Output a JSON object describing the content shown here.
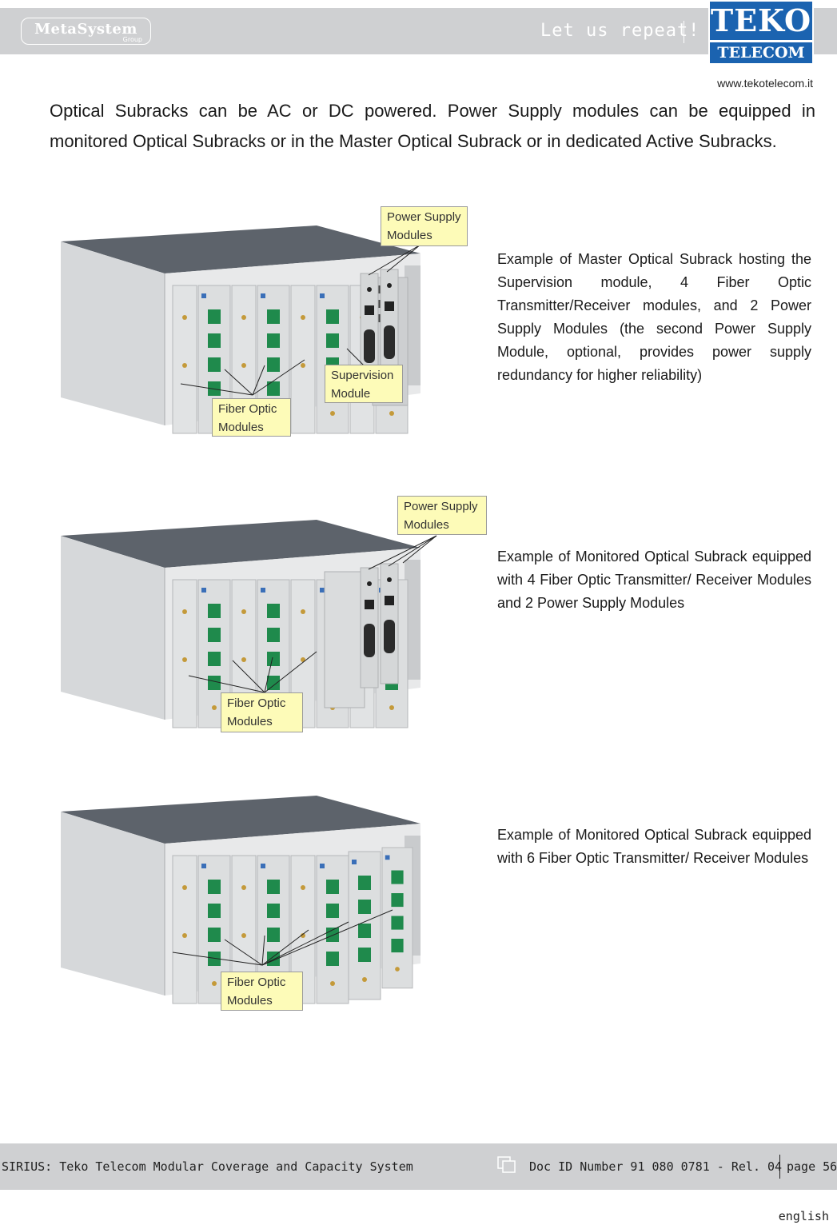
{
  "header": {
    "left_logo": "MetaSystem",
    "left_logo_sub": "Group",
    "slogan": "Let us repeat!",
    "right_logo_top": "TEKO",
    "right_logo_bottom": "TELECOM",
    "website": "www.tekotelecom.it"
  },
  "intro": "Optical Subracks can be AC or DC powered. Power Supply modules can be equipped in monitored Optical Subracks or in the Master Optical Subrack or in dedicated Active Subracks.",
  "figures": [
    {
      "callouts": {
        "power_supply": "Power Supply Modules",
        "supervision": "Supervision Module",
        "fiber_optic": "Fiber Optic Modules"
      },
      "description": "Example of Master Optical Subrack hosting the Supervision module, 4 Fiber Optic Transmitter/Receiver modules, and 2 Power Supply Modules (the second Power Supply Module, optional, provides power supply redundancy for higher reliability)"
    },
    {
      "callouts": {
        "power_supply": "Power Supply Modules",
        "fiber_optic": "Fiber Optic Modules"
      },
      "description": "Example of Monitored Optical Subrack equipped with 4 Fiber Optic Transmitter/ Receiver Modules and 2 Power Supply Modules"
    },
    {
      "callouts": {
        "fiber_optic": "Fiber Optic Modules"
      },
      "description": "Example of Monitored Optical Subrack equipped with 6 Fiber Optic Transmitter/ Receiver Modules"
    }
  ],
  "footer": {
    "title": "SIRIUS: Teko Telecom Modular Coverage and Capacity System",
    "doc_id": "Doc ID Number 91 080 0781 - Rel. 04",
    "page": "page 56",
    "language": "english"
  },
  "colors": {
    "bar": "#cfd0d2",
    "teko_blue": "#1b63b0",
    "callout_fill": "#fdfbb8",
    "connector_green": "#1f8a4c"
  }
}
